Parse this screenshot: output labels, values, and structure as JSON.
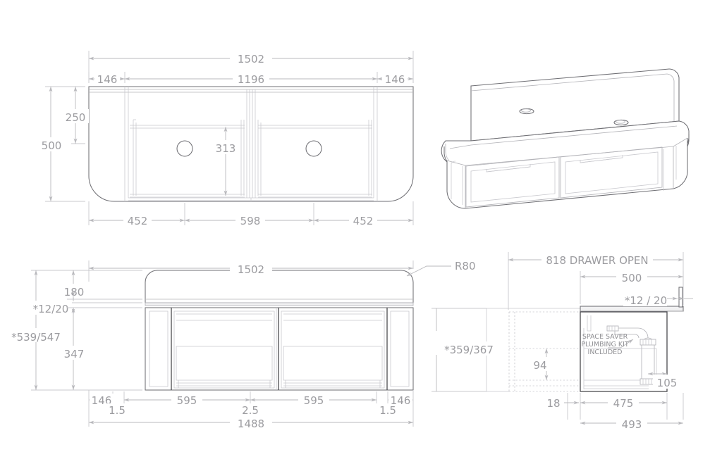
{
  "drawing": {
    "title": "Bathroom vanity technical drawing",
    "line_color": "#6f6f74",
    "dimension_color": "#9c9ca0",
    "background": "#ffffff"
  },
  "views": {
    "plan": {
      "name": "top-plan-view",
      "dimensions": {
        "overall_width": "1502",
        "left_end": "146",
        "inner_width": "1196",
        "right_end": "146",
        "overall_depth": "500",
        "top_band_depth": "250",
        "bowl_depth": "313",
        "left_segment": "452",
        "centre_segment": "598",
        "right_segment": "452"
      }
    },
    "iso": {
      "name": "isometric-view",
      "label": ""
    },
    "front": {
      "name": "front-elevation-view",
      "dimensions": {
        "overall_width": "1502",
        "carcass_width": "1488",
        "top_radius": "R80",
        "top_height": "180",
        "top_thickness": "*12/20",
        "overall_height": "*539/547",
        "carcass_height": "347",
        "left_end_panel": "146",
        "gap_left": "1.5",
        "drawer_left": "595",
        "gap_centre": "2.5",
        "drawer_right": "595",
        "gap_right": "1.5",
        "right_end_panel": "146"
      }
    },
    "side": {
      "name": "side-section-view",
      "dimensions": {
        "drawer_open": "818 DRAWER OPEN",
        "bench_depth": "500",
        "top_thickness": "*12 / 20",
        "height_range": "*359/367",
        "waste_height": "94",
        "trap_width": "105",
        "rear_setback": "18",
        "carcass_depth": "475",
        "overall_depth": "493"
      },
      "note": {
        "line1": "SPACE SAVER",
        "line2": "PLUMBING KIT",
        "line3": "INCLUDED"
      }
    }
  }
}
